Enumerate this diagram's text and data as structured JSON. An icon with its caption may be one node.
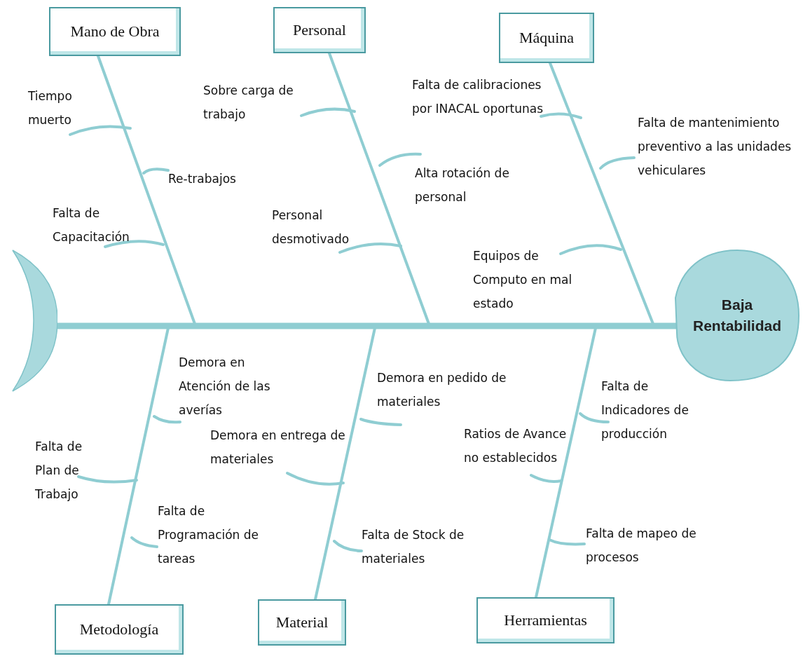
{
  "diagram": {
    "nodes": [
      {
        "text": [
          "Mano de Obra"
        ]
      },
      {
        "text": [
          "Personal"
        ]
      },
      {
        "text": [
          "Máquina"
        ]
      },
      {
        "text": [
          "Metodología"
        ]
      },
      {
        "text": [
          "Material"
        ]
      },
      {
        "text": [
          "Herramientas"
        ]
      },
      {
        "text": [
          "Baja Rentabilidad"
        ]
      },
      {
        "text": [],
        "shape": "crescent"
      },
      {
        "text": [
          "Tiempo muerto"
        ]
      },
      {
        "text": [
          "Re-trabajos"
        ]
      },
      {
        "text": [
          "Falta de Capacitación"
        ]
      },
      {
        "text": [
          "Sobre carga de trabajo"
        ]
      },
      {
        "text": [
          "Personal desmotivado"
        ]
      },
      {
        "text": [
          "Falta de calibraciones por INACAL oportunas"
        ]
      },
      {
        "text": [
          "Alta rotación de personal"
        ]
      },
      {
        "text": [
          "Falta de mantenimiento preventivo a las unidades vehiculares"
        ]
      },
      {
        "text": [
          "Equipos de Computo en mal estado"
        ]
      },
      {
        "text": [
          "Demora en Atención de las averías"
        ]
      },
      {
        "text": [
          "Falta de Plan de Trabajo"
        ]
      },
      {
        "text": [
          "Falta de Programación de tareas"
        ]
      },
      {
        "text": [
          "Demora en pedido de materiales"
        ]
      },
      {
        "text": [
          "Demora en entrega de materiales"
        ]
      },
      {
        "text": [
          "Falta de Stock de materiales"
        ]
      },
      {
        "text": [
          "Falta de Indicadores de producción"
        ]
      },
      {
        "text": [
          "Ratios de Avance no establecidos"
        ]
      },
      {
        "text": [
          "Falta de mapeo de procesos"
        ]
      }
    ],
    "edges": [
      {
        "from": 7,
        "to": 6,
        "arrow": "none",
        "style": "thick"
      },
      {
        "from": 0,
        "to": null,
        "arrow": "none"
      },
      {
        "from": 1,
        "to": null,
        "arrow": "none"
      },
      {
        "from": 2,
        "to": null,
        "arrow": "none"
      },
      {
        "from": 3,
        "to": null,
        "arrow": "none"
      },
      {
        "from": 4,
        "to": null,
        "arrow": "none"
      },
      {
        "from": 5,
        "to": null,
        "arrow": "none"
      },
      {
        "from": 8,
        "to": null,
        "arrow": "none"
      },
      {
        "from": 9,
        "to": null,
        "arrow": "none"
      },
      {
        "from": 10,
        "to": null,
        "arrow": "none"
      },
      {
        "from": 11,
        "to": null,
        "arrow": "none"
      },
      {
        "from": 12,
        "to": null,
        "arrow": "none"
      },
      {
        "from": 13,
        "to": null,
        "arrow": "none"
      },
      {
        "from": 14,
        "to": null,
        "arrow": "none"
      },
      {
        "from": 15,
        "to": null,
        "arrow": "none"
      },
      {
        "from": 16,
        "to": null,
        "arrow": "none"
      },
      {
        "from": 17,
        "to": null,
        "arrow": "none"
      },
      {
        "from": 18,
        "to": null,
        "arrow": "none"
      },
      {
        "from": 19,
        "to": null,
        "arrow": "none"
      },
      {
        "from": 20,
        "to": null,
        "arrow": "none"
      },
      {
        "from": 21,
        "to": null,
        "arrow": "none"
      },
      {
        "from": 22,
        "to": null,
        "arrow": "none"
      },
      {
        "from": 23,
        "to": null,
        "arrow": "none"
      },
      {
        "from": 24,
        "to": null,
        "arrow": "none"
      },
      {
        "from": 25,
        "to": null,
        "arrow": "none"
      }
    ]
  }
}
